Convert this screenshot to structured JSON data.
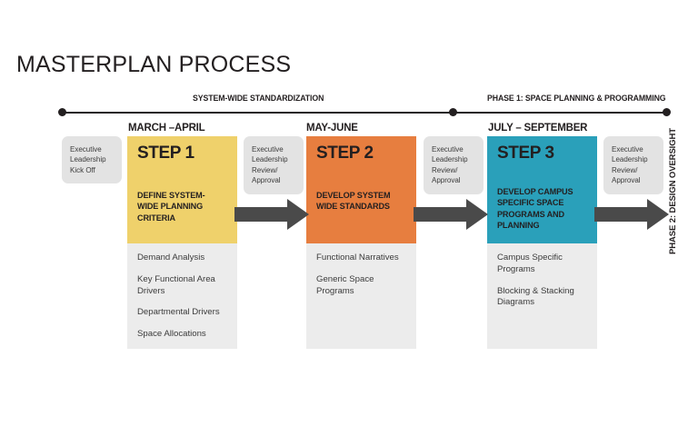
{
  "page": {
    "title": "MASTERPLAN PROCESS",
    "background": "#ffffff"
  },
  "colors": {
    "step1": "#efd16b",
    "step2": "#e77e3f",
    "step3": "#2aa0ba",
    "body_panel": "#ececec",
    "note_pill": "#e3e3e3",
    "arrow": "#4a4a4a",
    "timeline": "#231f20"
  },
  "timeline": {
    "phase_labels": [
      {
        "text": "SYSTEM-WIDE STANDARDIZATION"
      },
      {
        "text": "PHASE 1: SPACE PLANNING & PROGRAMMING"
      }
    ],
    "vertical_label": "PHASE 2:  DESIGN OVERSIGHT",
    "markers": 3
  },
  "columns": [
    {
      "month": "MARCH –APRIL",
      "step_number": "STEP 1",
      "step_description": "DEFINE SYSTEM-WIDE PLANNING CRITERIA",
      "accent": "#efd16b",
      "items": [
        "Demand Analysis",
        "Key Functional Area Drivers",
        "Departmental Drivers",
        "Space Allocations"
      ]
    },
    {
      "month": "MAY-JUNE",
      "step_number": "STEP 2",
      "step_description": "DEVELOP SYSTEM WIDE STANDARDS",
      "accent": "#e77e3f",
      "items": [
        "Functional Narratives",
        "Generic Space Programs"
      ]
    },
    {
      "month": "JULY – SEPTEMBER",
      "step_number": "STEP 3",
      "step_description": "DEVELOP CAMPUS SPECIFIC SPACE PROGRAMS AND PLANNING",
      "accent": "#2aa0ba",
      "items": [
        "Campus Specific Programs",
        "Blocking & Stacking Diagrams"
      ]
    }
  ],
  "notes": [
    {
      "text": "Executive Leadership Kick Off"
    },
    {
      "text": "Executive Leadership Review/ Approval"
    },
    {
      "text": "Executive Leadership Review/ Approval"
    },
    {
      "text": "Executive Leadership Review/ Approval"
    }
  ]
}
